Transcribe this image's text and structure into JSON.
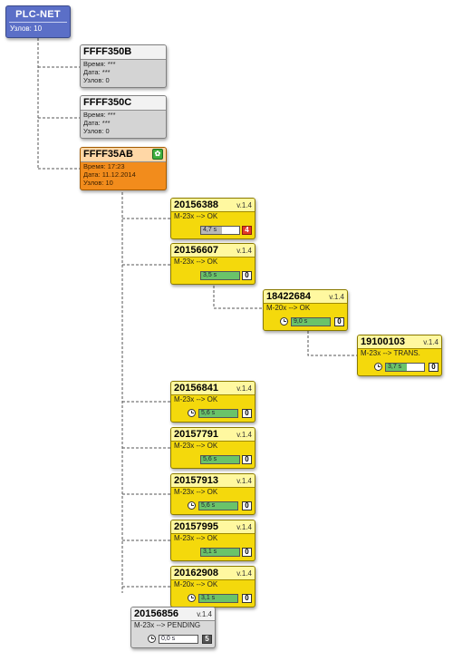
{
  "root": {
    "title": "PLC-NET",
    "subtitle": "Узлов: 10"
  },
  "gateways": [
    {
      "id": "FFFF350B",
      "rows": [
        "Время: ***",
        "Дата: ***",
        "Узлов: 0"
      ]
    },
    {
      "id": "FFFF350C",
      "rows": [
        "Время: ***",
        "Дата: ***",
        "Узлов: 0"
      ]
    },
    {
      "id": "FFFF35AB",
      "rows": [
        "Время: 17:23",
        "Дата: 11.12.2014",
        "Узлов: 10"
      ]
    }
  ],
  "devices": [
    {
      "id": "20156388",
      "version": "v.1.4",
      "status": "M-23x --> OK",
      "time": "4,7 s",
      "progress": 0.55,
      "count": "4"
    },
    {
      "id": "20156607",
      "version": "v.1.4",
      "status": "M-23x --> OK",
      "time": "3,5 s",
      "progress": 1.0,
      "count": "0"
    },
    {
      "id": "18422684",
      "version": "v.1.4",
      "status": "M-20x --> OK",
      "time": "9,0 s",
      "progress": 1.0,
      "count": "0"
    },
    {
      "id": "19100103",
      "version": "v.1.4",
      "status": "M-23x --> TRANS.",
      "time": "3,7 s",
      "progress": 0.55,
      "count": "0"
    },
    {
      "id": "20156841",
      "version": "v.1.4",
      "status": "M-23x --> OK",
      "time": "5,6 s",
      "progress": 1.0,
      "count": "0"
    },
    {
      "id": "20157791",
      "version": "v.1.4",
      "status": "M-23x --> OK",
      "time": "5,6 s",
      "progress": 1.0,
      "count": "0"
    },
    {
      "id": "20157913",
      "version": "v.1.4",
      "status": "M-23x --> OK",
      "time": "5,6 s",
      "progress": 1.0,
      "count": "0"
    },
    {
      "id": "20157995",
      "version": "v.1.4",
      "status": "M-23x --> OK",
      "time": "3,1 s",
      "progress": 1.0,
      "count": "0"
    },
    {
      "id": "20162908",
      "version": "v.1.4",
      "status": "M-20x --> OK",
      "time": "3,1 s",
      "progress": 1.0,
      "count": "0"
    },
    {
      "id": "20156856",
      "version": "v.1.4",
      "status": "M-23x --> PENDING",
      "time": "0,0 s",
      "progress": 0.0,
      "count": "5"
    }
  ],
  "colors": {
    "root": "#5b6fc7",
    "gateway": "#d4d4d4",
    "gateway_active": "#f28c1c",
    "device": "#f4d90c",
    "device_pending": "#d9d9d9",
    "ok_fill": "#6ac36a",
    "alert": "#e23a2a"
  },
  "icons": {
    "clock": "stopwatch-icon",
    "gateway_status": "leaf-icon"
  }
}
